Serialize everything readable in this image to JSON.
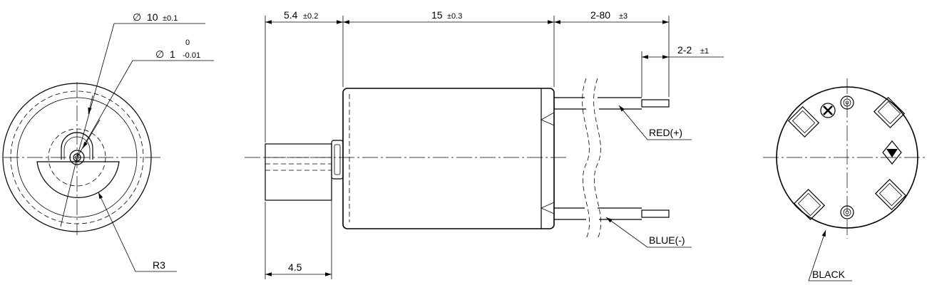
{
  "left_view": {
    "dia_outer": {
      "symbol": "∅",
      "value": "10",
      "tol": "±0.1"
    },
    "dia_shaft": {
      "symbol": "∅",
      "value": "1",
      "tol_upper": "0",
      "tol_lower": "-0.01"
    },
    "radius": "R3"
  },
  "side_view": {
    "dim_left": {
      "value": "5.4",
      "tol": "±0.2"
    },
    "dim_body": {
      "value": "15",
      "tol": "±0.3"
    },
    "dim_leads": {
      "value": "2-80",
      "tol": "±3"
    },
    "dim_strip": {
      "value": "2-2",
      "tol": "±1"
    },
    "dim_bottom": "4.5",
    "wire_red": "RED(+)",
    "wire_blue": "BLUE(-)"
  },
  "right_view": {
    "color_label": "BLACK"
  }
}
